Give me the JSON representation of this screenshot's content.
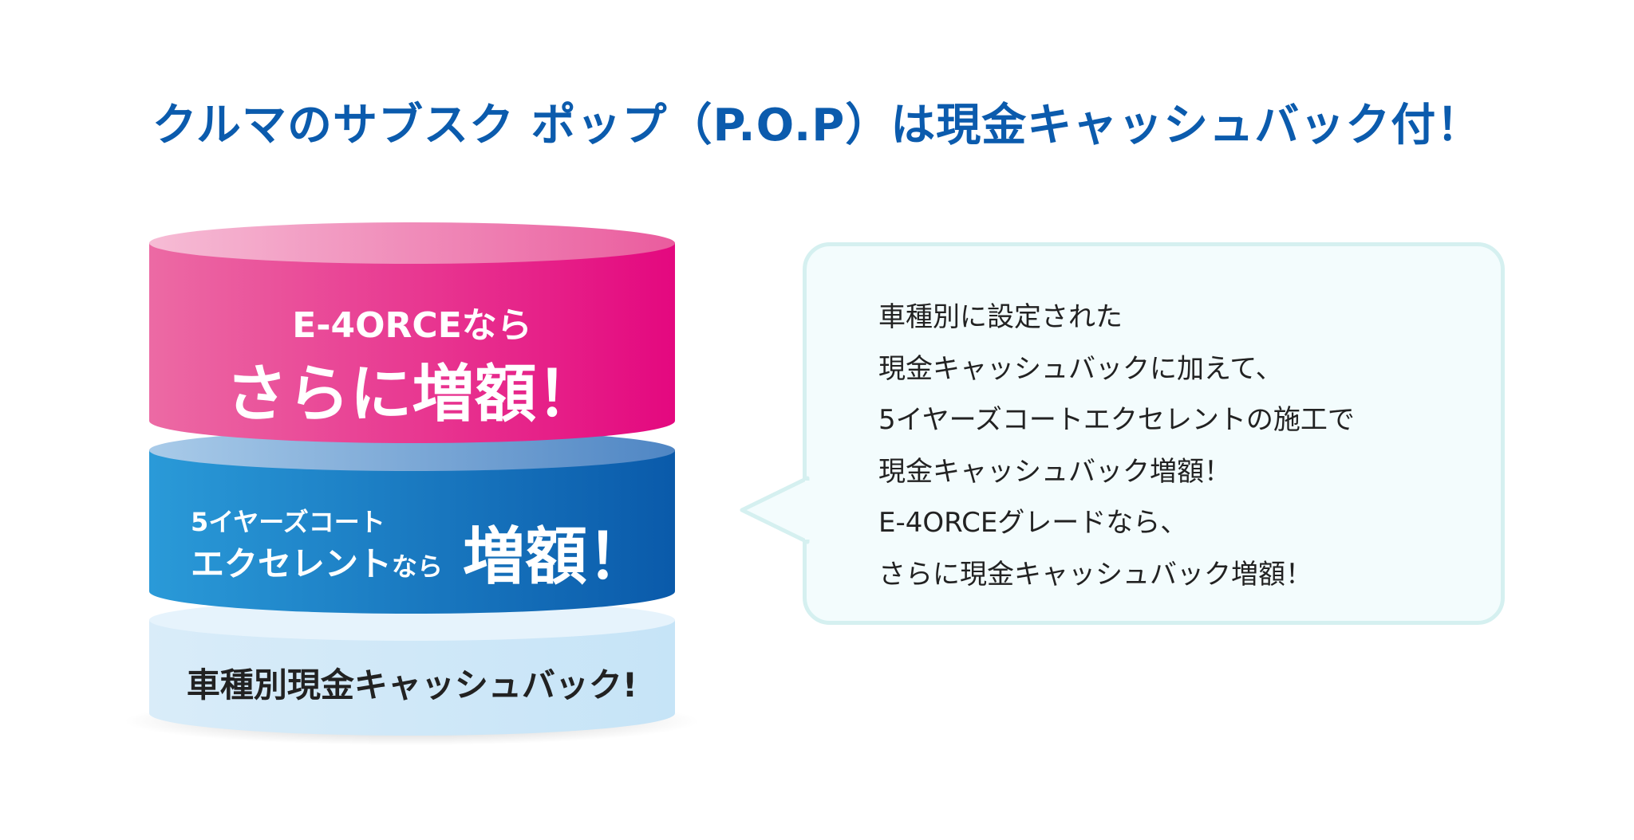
{
  "title": "クルマのサブスク ポップ（P.O.P）は現金キャッシュバック付！",
  "stack": {
    "top": {
      "line1": "E-4ORCEなら",
      "line2": "さらに増額！",
      "color_start": "#f2a9c8",
      "color_end": "#e4087f"
    },
    "middle": {
      "line1": "5イヤーズコート",
      "line2_main": "エクセレント",
      "line2_small": "なら",
      "big": "増額！",
      "color_start": "#2a9ad8",
      "color_end": "#0a5aaa"
    },
    "bottom": {
      "label": "車種別現金キャッシュバック!",
      "color": "#cfe8f8"
    }
  },
  "bubble": {
    "lines": [
      "車種別に設定された",
      "現金キャッシュバックに加えて、",
      "5イヤーズコートエクセレントの施工で",
      "現金キャッシュバック増額！",
      "E-4ORCEグレードなら、",
      "さらに現金キャッシュバック増額！"
    ]
  }
}
